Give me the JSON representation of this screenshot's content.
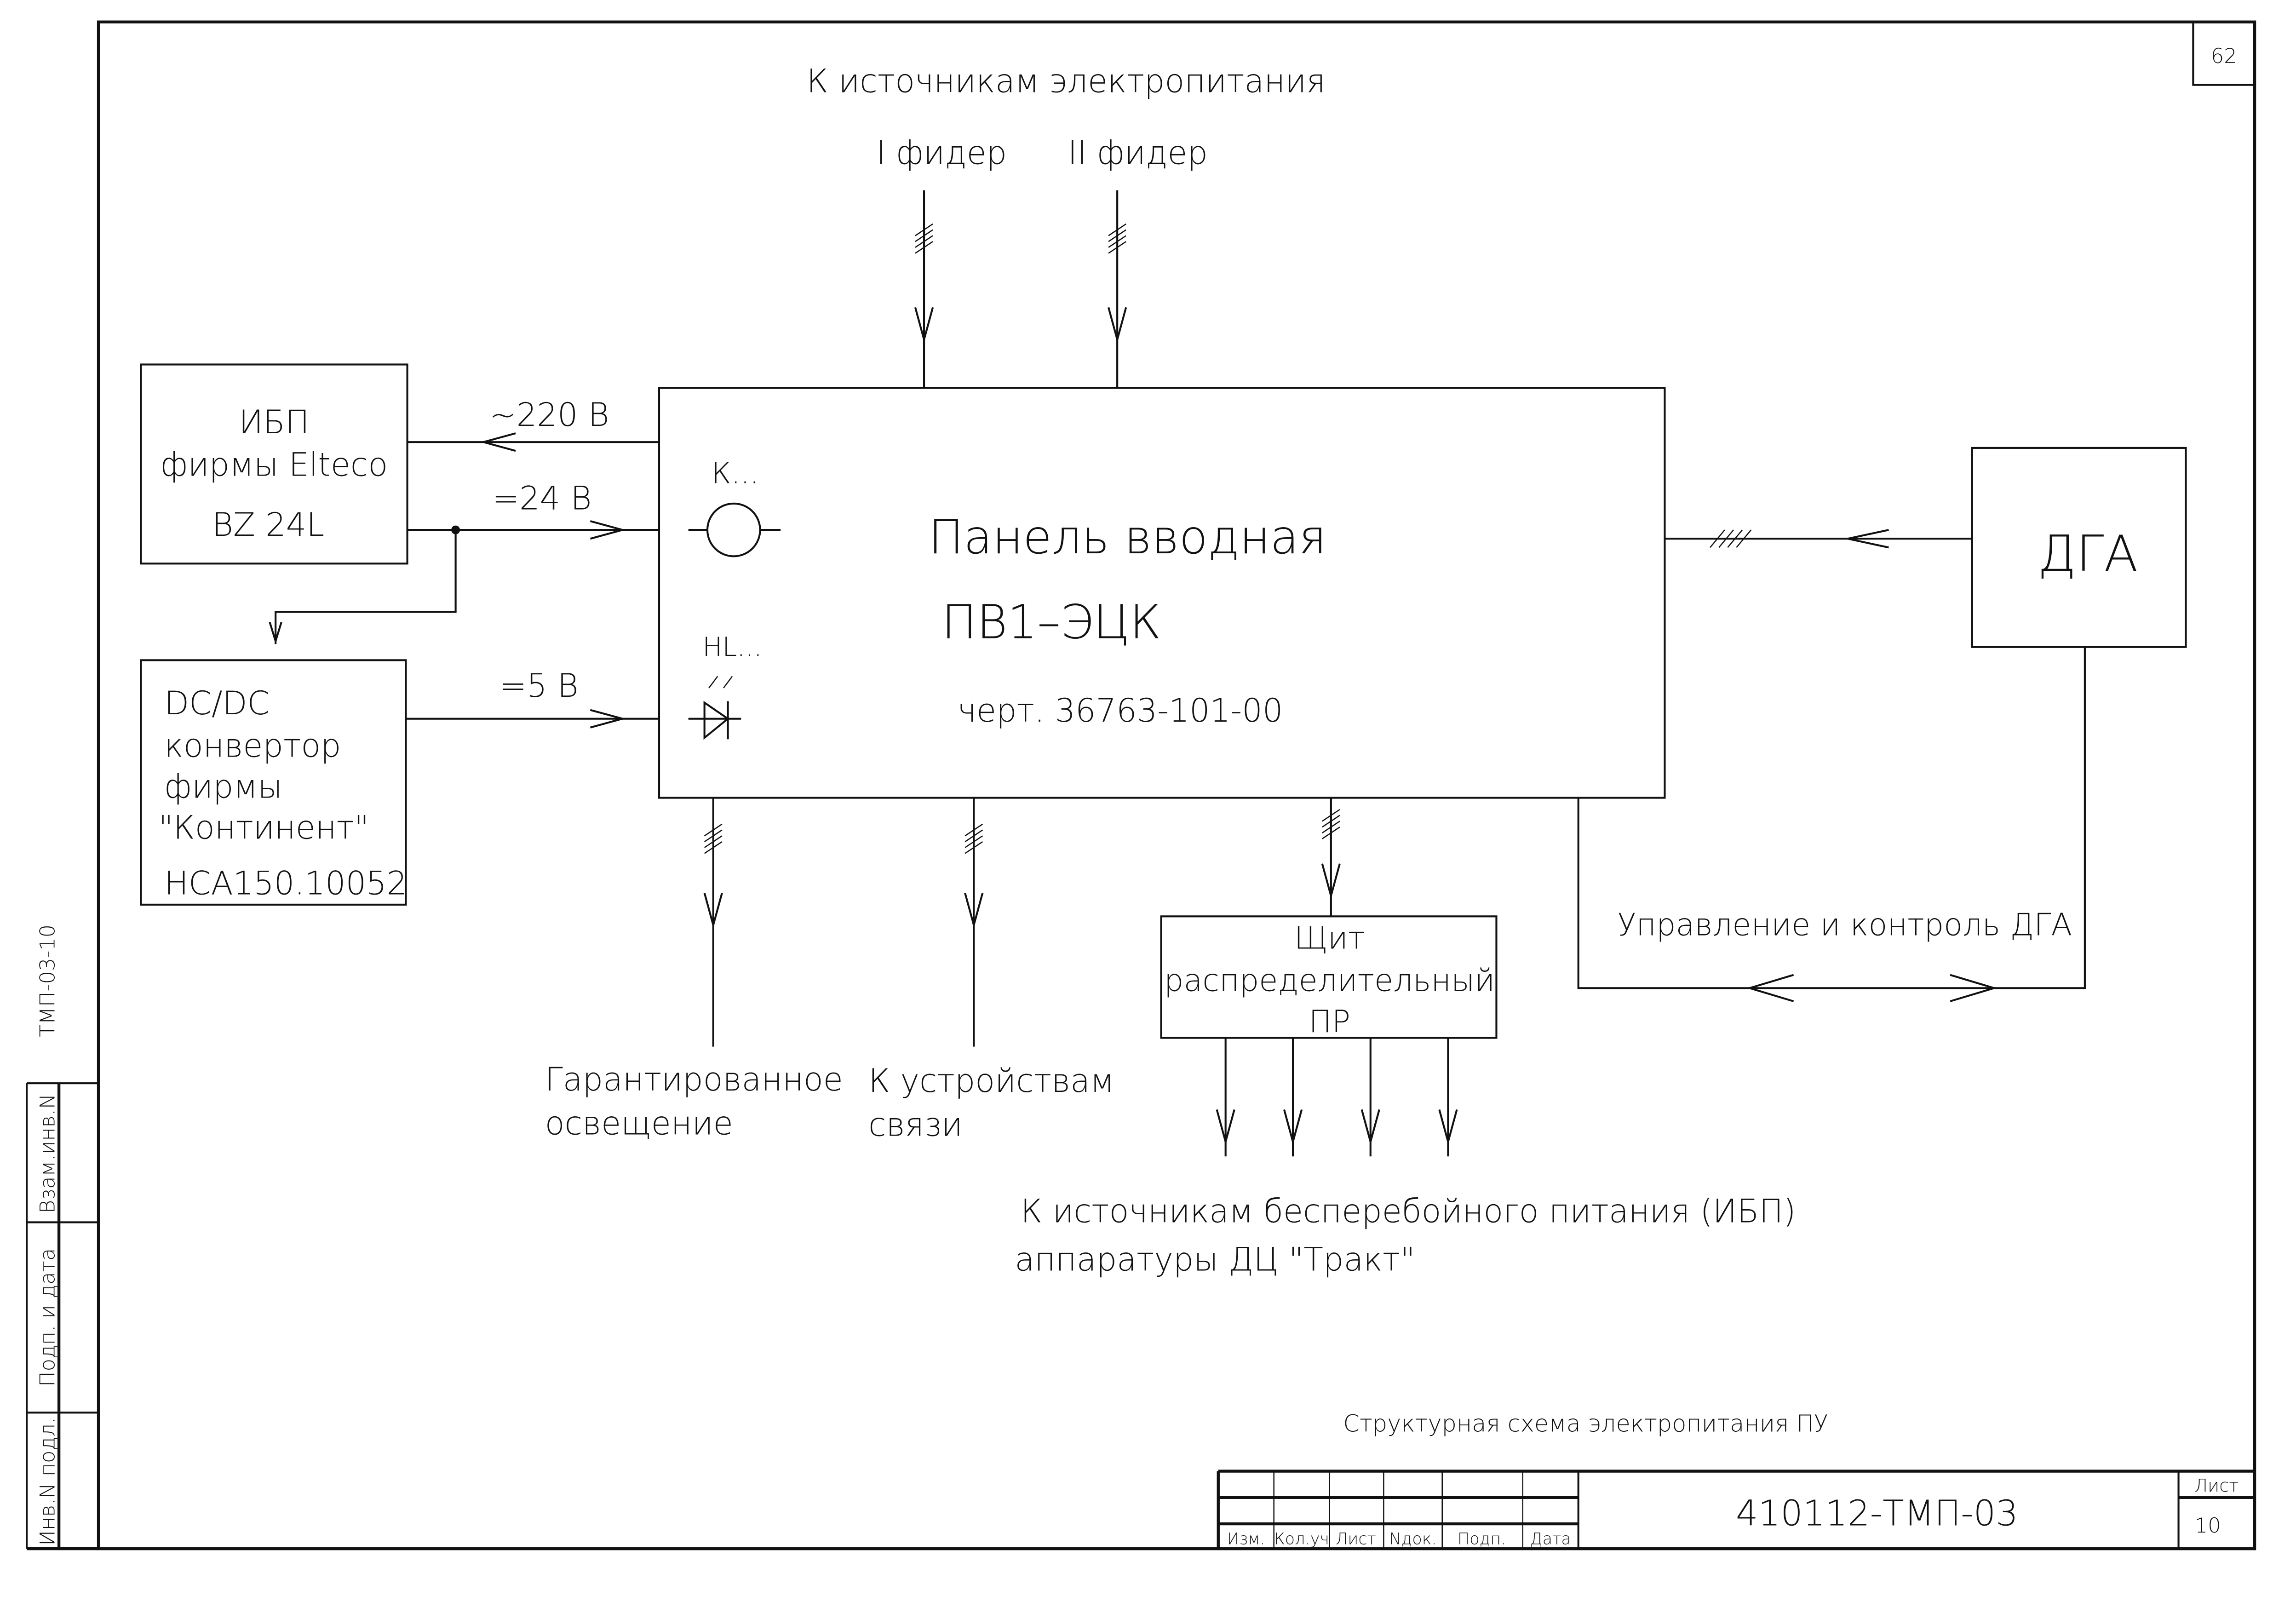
{
  "sheet_corner_number": "62",
  "side_stamp": {
    "doc_code": "ТМП-03-10",
    "fields": [
      "Взам.инв.N",
      "Подп. и дата",
      "Инв.N подл."
    ]
  },
  "top": {
    "title": "К источникам электропитания",
    "feeder1": "I фидер",
    "feeder2": "II фидер"
  },
  "ups_box": {
    "lines": [
      "ИБП",
      "фирмы Elteco",
      "BZ 24L"
    ]
  },
  "dcdc_box": {
    "lines": [
      "DC/DC",
      "конвертор",
      "фирмы",
      "\"Континент\"",
      "НСА150.10052"
    ]
  },
  "links": {
    "ac220": "~220 В",
    "dc24": "=24 В",
    "dc5": "=5 В"
  },
  "panel": {
    "relay_label": "К...",
    "led_label": "HL...",
    "title": "Панель вводная",
    "model": "ПВ1–ЭЦК",
    "drawing": "черт. 36763-101-00"
  },
  "dga_box": {
    "label": "ДГА"
  },
  "dga_control": "Управление и контроль ДГА",
  "switchboard": {
    "lines": [
      "Щит",
      "распределительный",
      "ПР"
    ]
  },
  "outputs": {
    "lighting": [
      "Гарантированное",
      "освещение"
    ],
    "comm": [
      "К устройствам",
      "связи"
    ],
    "ups": [
      "К источникам бесперебойного питания (ИБП)",
      "аппаратуры ДЦ \"Тракт\""
    ]
  },
  "drawing_title": "Структурная схема электропитания ПУ",
  "title_block": {
    "columns": [
      "Изм.",
      "Кол.уч",
      "Лист",
      "Nдок.",
      "Подп.",
      "Дата"
    ],
    "designation": "410112-ТМП-03",
    "sheet_label": "Лист",
    "sheet_number": "10"
  }
}
